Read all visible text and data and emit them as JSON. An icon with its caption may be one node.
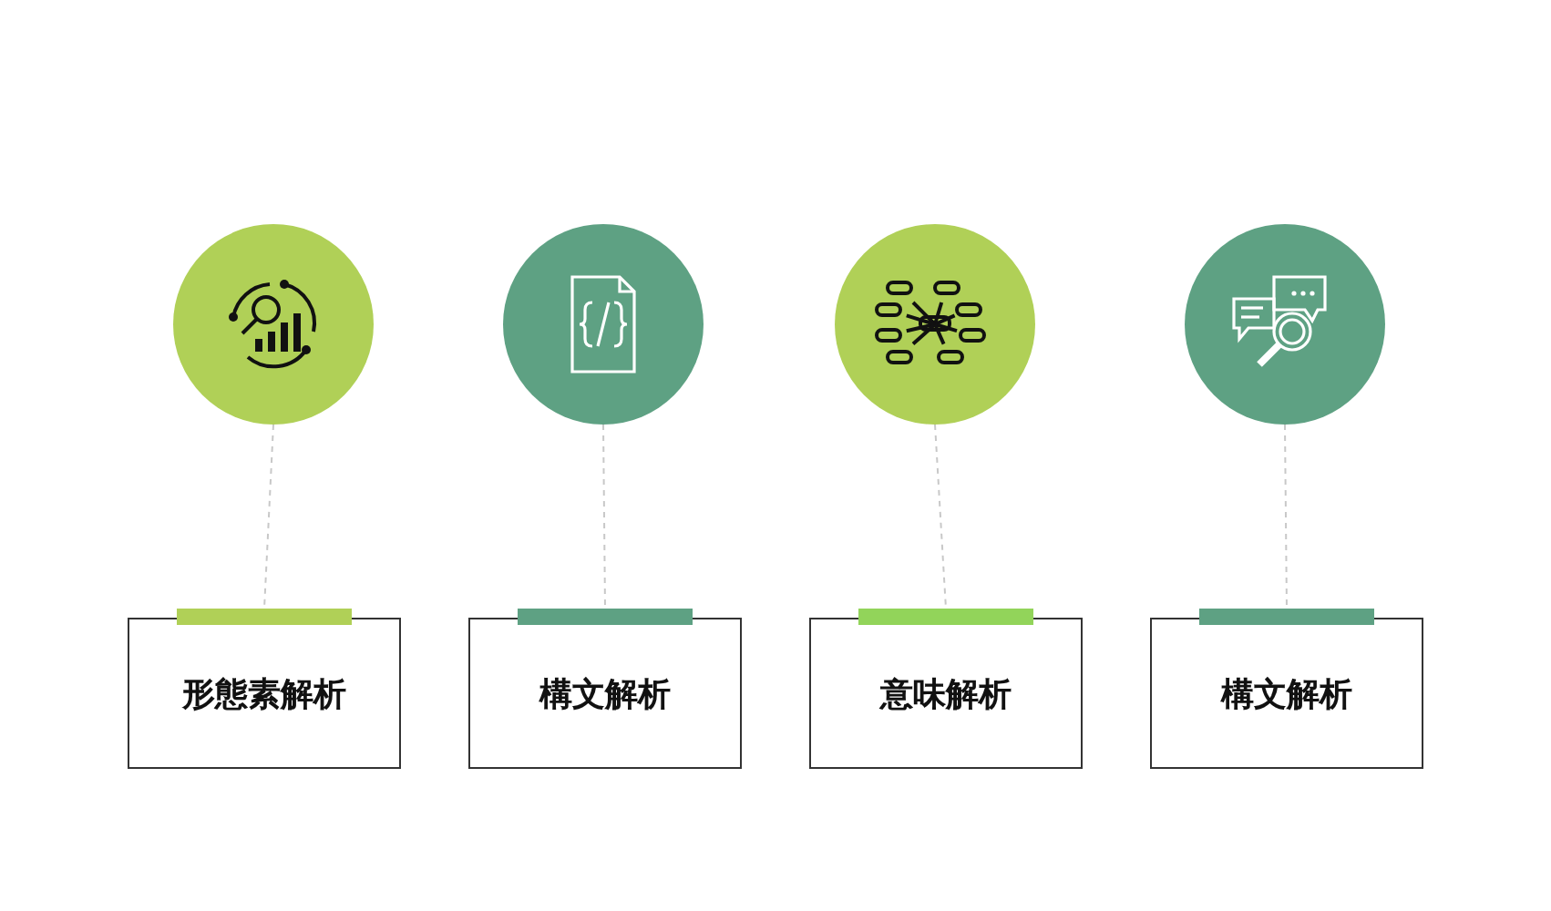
{
  "diagram": {
    "nodes": [
      {
        "text": [],
        "shape": "circle"
      },
      {
        "text": [],
        "shape": "circle"
      },
      {
        "text": [],
        "shape": "circle"
      },
      {
        "text": [],
        "shape": "circle"
      },
      {
        "text": [
          "形態素解析"
        ]
      },
      {
        "text": [
          "構文解析"
        ]
      },
      {
        "text": [
          "意味解析"
        ]
      },
      {
        "text": [
          "構文解析"
        ]
      }
    ],
    "edges": [
      {
        "from": 0,
        "to": 4,
        "arrow": "none",
        "style": "dashed"
      },
      {
        "from": 1,
        "to": 5,
        "arrow": "none",
        "style": "dashed"
      },
      {
        "from": 2,
        "to": 6,
        "arrow": "none",
        "style": "dashed"
      },
      {
        "from": 3,
        "to": 7,
        "arrow": "none",
        "style": "dashed"
      }
    ]
  }
}
